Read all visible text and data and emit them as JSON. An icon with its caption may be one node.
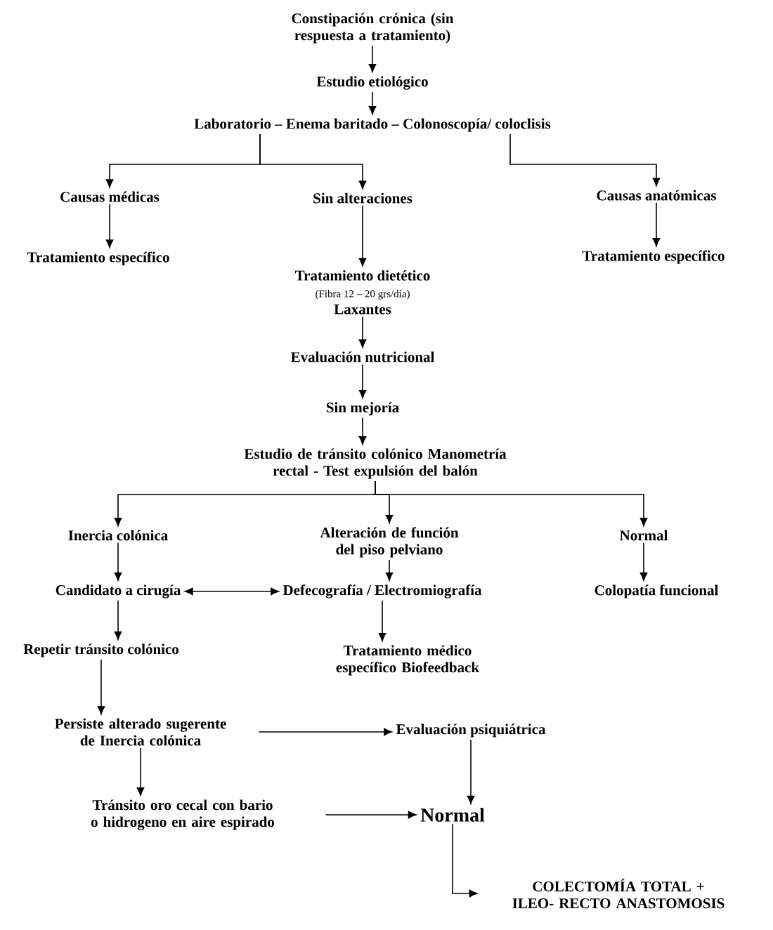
{
  "diagram": {
    "nodes": [
      {
        "text": [
          "Constipación crónica (sin respuesta a tratamiento)"
        ]
      },
      {
        "text": [
          "Estudio etiológico"
        ]
      },
      {
        "text": [
          "Laboratorio – Enema baritado – Colonoscopía/ coloclisis"
        ]
      },
      {
        "text": [
          "Causas médicas"
        ]
      },
      {
        "text": [
          "Sin alteraciones"
        ]
      },
      {
        "text": [
          "Causas anatómicas"
        ]
      },
      {
        "text": [
          "Tratamiento específico"
        ]
      },
      {
        "text": [
          "Tratamiento específico"
        ]
      },
      {
        "text": [
          "Tratamiento dietético",
          "(Fibra 12 – 20 grs/día)",
          "Laxantes"
        ]
      },
      {
        "text": [
          "Evaluación nutricional"
        ]
      },
      {
        "text": [
          "Sin mejoría"
        ]
      },
      {
        "text": [
          "Estudio de tránsito colónico Manometría rectal - Test expulsión del balón"
        ]
      },
      {
        "text": [
          "Inercia colónica"
        ]
      },
      {
        "text": [
          "Alteración de función del piso pelviano"
        ]
      },
      {
        "text": [
          "Normal"
        ]
      },
      {
        "text": [
          "Candidato a cirugía"
        ]
      },
      {
        "text": [
          "Defecografía / Electromiografía"
        ]
      },
      {
        "text": [
          "Colopatía funcional"
        ]
      },
      {
        "text": [
          "Repetir tránsito colónico"
        ]
      },
      {
        "text": [
          "Tratamiento médico específico Biofeedback"
        ]
      },
      {
        "text": [
          "Persiste alterado sugerente de Inercia colónica"
        ]
      },
      {
        "text": [
          "Evaluación psiquiátrica"
        ]
      },
      {
        "text": [
          "Tránsito oro cecal con bario o hidrogeno en aire espirado"
        ]
      },
      {
        "text": [
          "Normal"
        ]
      },
      {
        "text": [
          "COLECTOMÍA TOTAL + ILEO- RECTO ANASTOMOSIS"
        ]
      }
    ],
    "edges": [
      {
        "from": 0,
        "to": 1,
        "arrow": "to"
      },
      {
        "from": 1,
        "to": 2,
        "arrow": "to"
      },
      {
        "from": 2,
        "to": 3,
        "arrow": "to"
      },
      {
        "from": 2,
        "to": 4,
        "arrow": "to"
      },
      {
        "from": 2,
        "to": 5,
        "arrow": "to"
      },
      {
        "from": 3,
        "to": 6,
        "arrow": "to"
      },
      {
        "from": 4,
        "to": 8,
        "arrow": "to"
      },
      {
        "from": 5,
        "to": 7,
        "arrow": "to"
      },
      {
        "from": 8,
        "to": 9,
        "arrow": "to"
      },
      {
        "from": 9,
        "to": 10,
        "arrow": "to"
      },
      {
        "from": 10,
        "to": 11,
        "arrow": "to"
      },
      {
        "from": 11,
        "to": 12,
        "arrow": "to"
      },
      {
        "from": 11,
        "to": 13,
        "arrow": "to"
      },
      {
        "from": 11,
        "to": 14,
        "arrow": "to"
      },
      {
        "from": 12,
        "to": 15,
        "arrow": "to"
      },
      {
        "from": 13,
        "to": 16,
        "arrow": "to"
      },
      {
        "from": 14,
        "to": 17,
        "arrow": "to"
      },
      {
        "from": 15,
        "to": 16,
        "arrow": "both"
      },
      {
        "from": 15,
        "to": 18,
        "arrow": "to"
      },
      {
        "from": 16,
        "to": 19,
        "arrow": "to"
      },
      {
        "from": 18,
        "to": 20,
        "arrow": "to"
      },
      {
        "from": 20,
        "to": 21,
        "arrow": "to"
      },
      {
        "from": 20,
        "to": 22,
        "arrow": "to"
      },
      {
        "from": 21,
        "to": 23,
        "arrow": "to"
      },
      {
        "from": 22,
        "to": 23,
        "arrow": "to"
      },
      {
        "from": 23,
        "to": 24,
        "arrow": "to"
      }
    ]
  }
}
